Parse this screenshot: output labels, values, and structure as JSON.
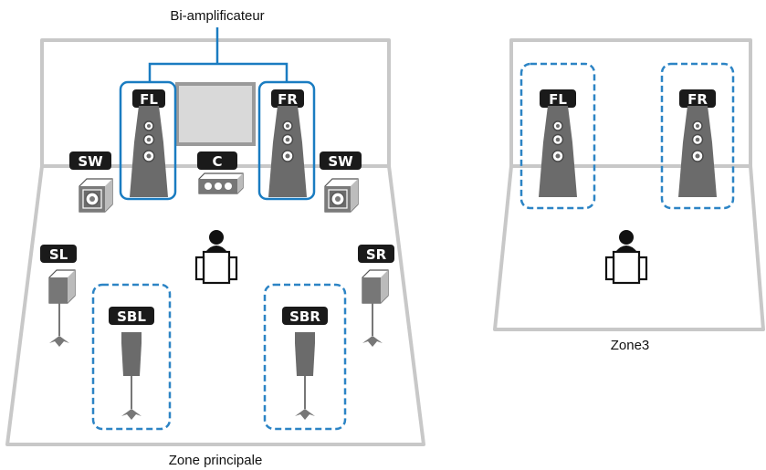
{
  "labels": {
    "biamp": "Bi-amplificateur",
    "main_zone": "Zone principale",
    "zone3": "Zone3"
  },
  "main_room": {
    "speakers": {
      "fl": "FL",
      "fr": "FR",
      "c": "C",
      "sw_left": "SW",
      "sw_right": "SW",
      "sl": "SL",
      "sr": "SR",
      "sbl": "SBL",
      "sbr": "SBR"
    }
  },
  "zone3_room": {
    "speakers": {
      "fl": "FL",
      "fr": "FR"
    }
  },
  "colors": {
    "room_line": "#c8c8c8",
    "badge": "#1a1a1a",
    "speaker": "#6b6b6b",
    "connector": "#1a7cc1",
    "dashed": "#2c84c5",
    "tv": "#d9d9d9"
  }
}
